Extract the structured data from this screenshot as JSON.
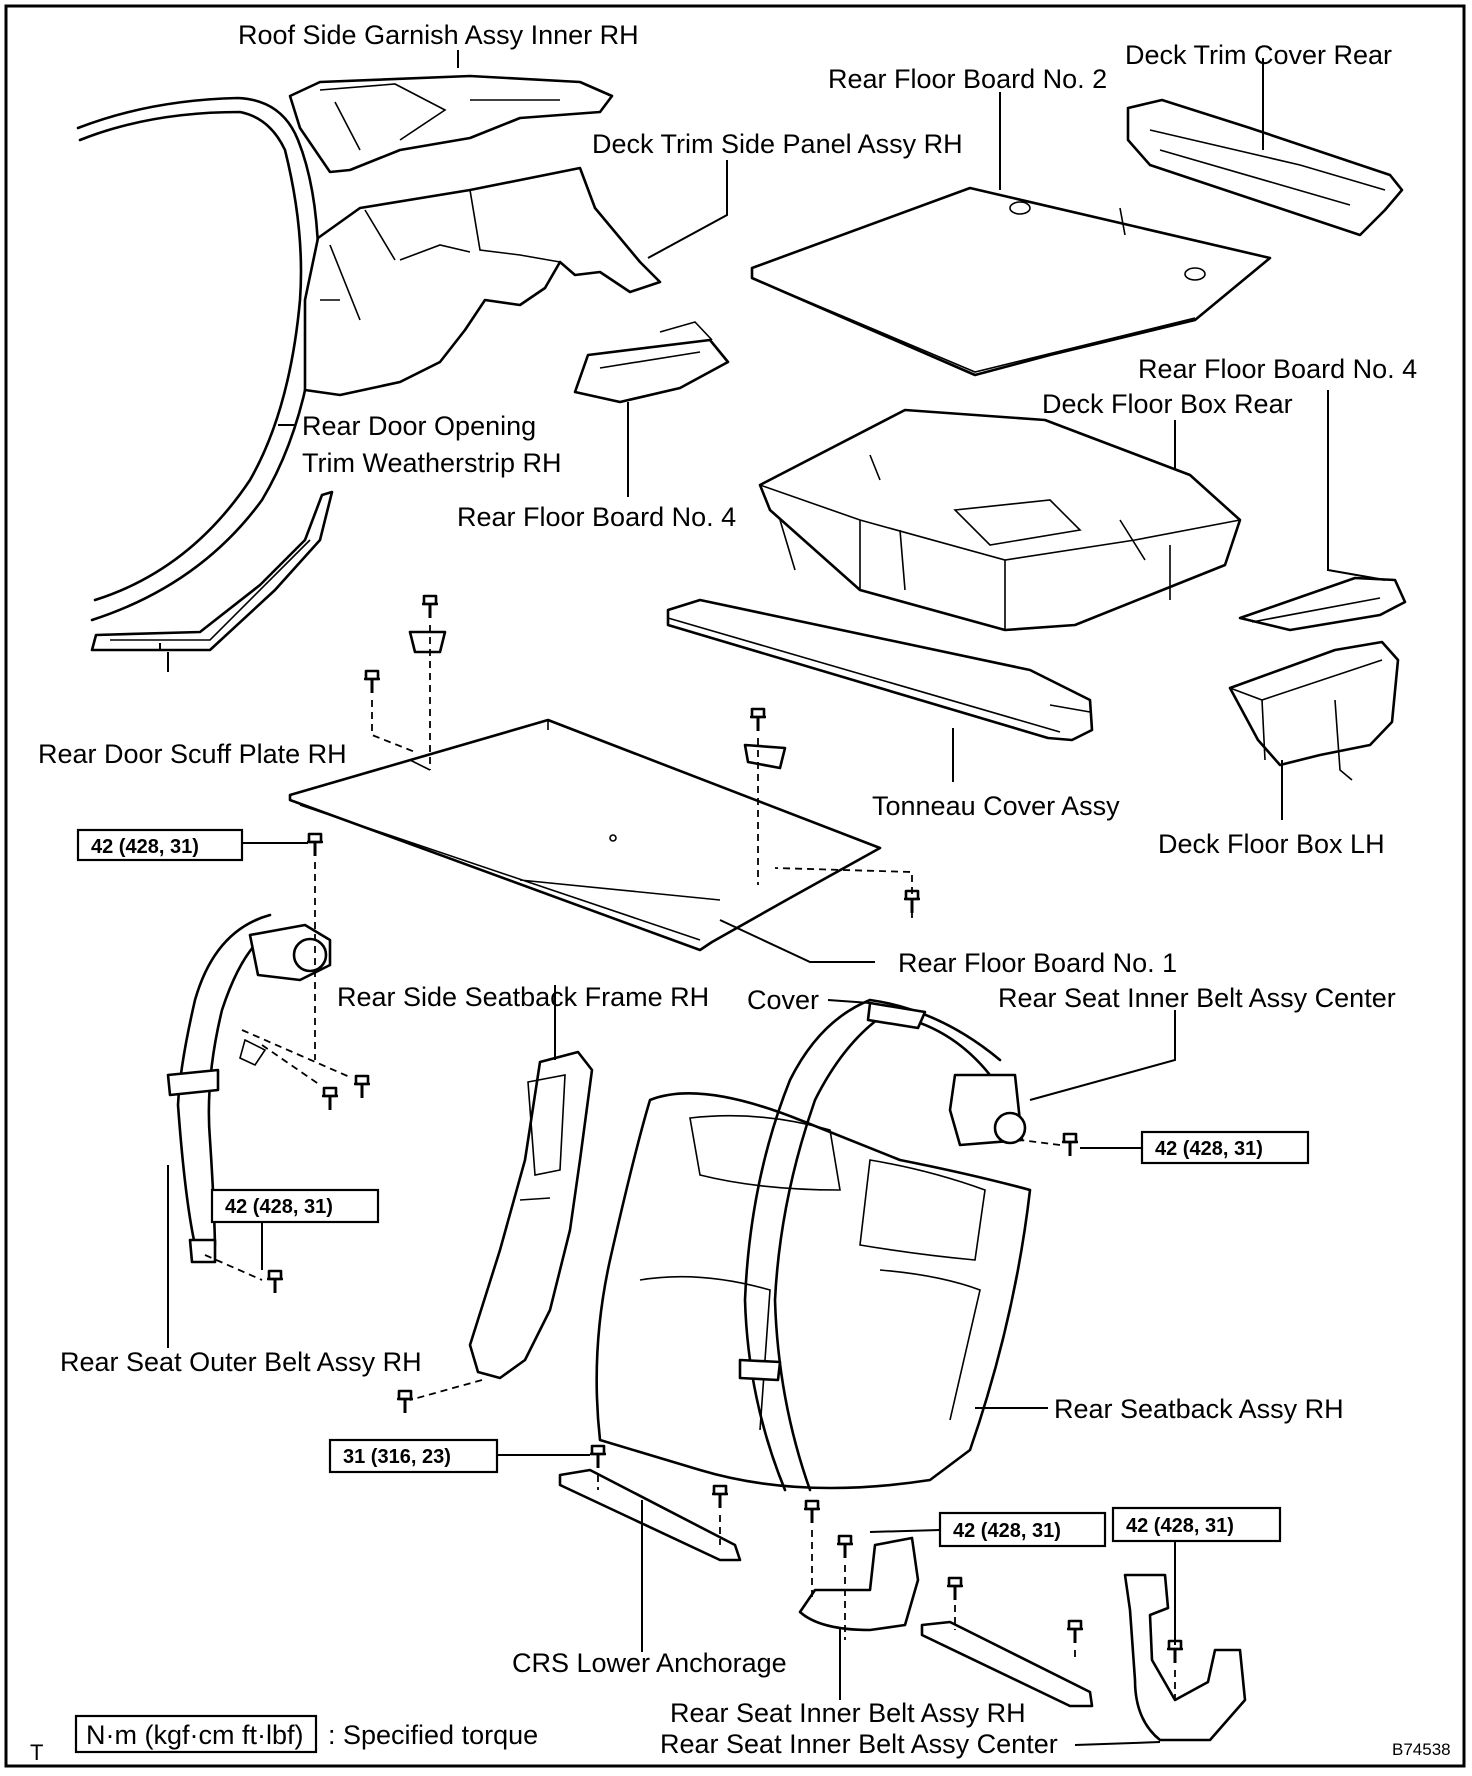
{
  "labels": {
    "roof_side_garnish": "Roof Side Garnish Assy Inner RH",
    "deck_trim_cover_rear": "Deck Trim Cover Rear",
    "rear_floor_board_2": "Rear Floor Board No. 2",
    "deck_trim_side_panel": "Deck Trim Side Panel Assy RH",
    "rear_floor_board_4_right": "Rear Floor Board No. 4",
    "deck_floor_box_rear": "Deck Floor Box Rear",
    "rear_door_opening_line1": "Rear Door Opening",
    "rear_door_opening_line2": "Trim Weatherstrip RH",
    "rear_floor_board_4_left": "Rear Floor Board No. 4",
    "rear_door_scuff_plate": "Rear Door Scuff Plate RH",
    "tonneau_cover": "Tonneau Cover Assy",
    "deck_floor_box_lh": "Deck Floor Box LH",
    "rear_floor_board_1": "Rear Floor Board No. 1",
    "rear_side_seatback_frame": "Rear Side Seatback Frame RH",
    "cover": "Cover",
    "rear_seat_inner_belt_center_top": "Rear Seat Inner Belt Assy Center",
    "rear_seat_outer_belt": "Rear Seat Outer Belt Assy RH",
    "rear_seatback_assy": "Rear Seatback Assy RH",
    "crs_lower_anchorage": "CRS Lower Anchorage",
    "rear_seat_inner_belt_rh": "Rear Seat Inner Belt Assy RH",
    "rear_seat_inner_belt_center_bottom": "Rear Seat Inner Belt Assy Center"
  },
  "torques": {
    "t1": "42 (428, 31)",
    "t2": "42 (428, 31)",
    "t3": "42 (428, 31)",
    "t4": "31 (316, 23)",
    "t5": "42 (428, 31)",
    "t6": "42 (428, 31)"
  },
  "legend": {
    "unit": "N·m (kgf·cm ft·lbf)",
    "text": ": Specified torque"
  },
  "corner_mark": "T",
  "figure_id": "B74538"
}
